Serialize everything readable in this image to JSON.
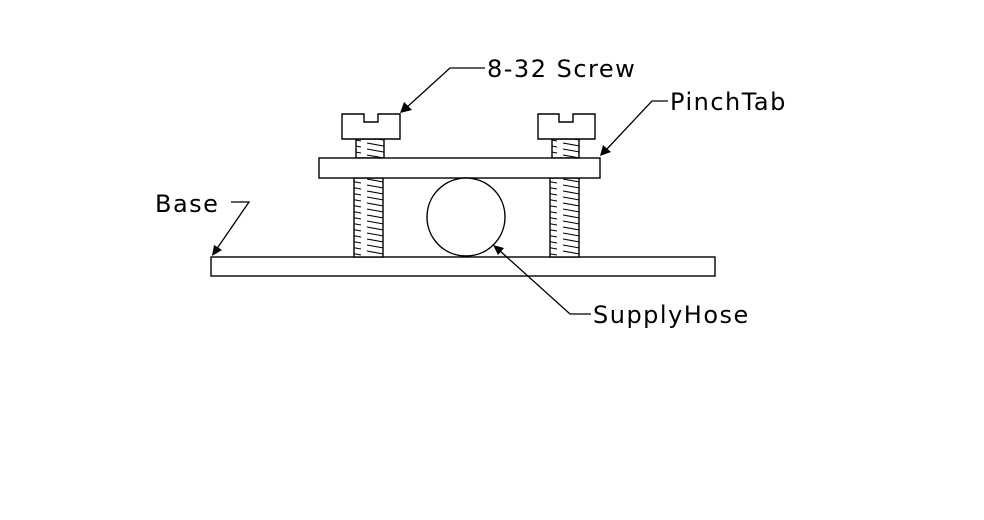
{
  "labels": {
    "screw": "8-32 Screw",
    "pinch_tab": "PinchTab",
    "base": "Base",
    "supply_hose": "SupplyHose"
  },
  "colors": {
    "line": "#000000",
    "background": "#ffffff"
  }
}
